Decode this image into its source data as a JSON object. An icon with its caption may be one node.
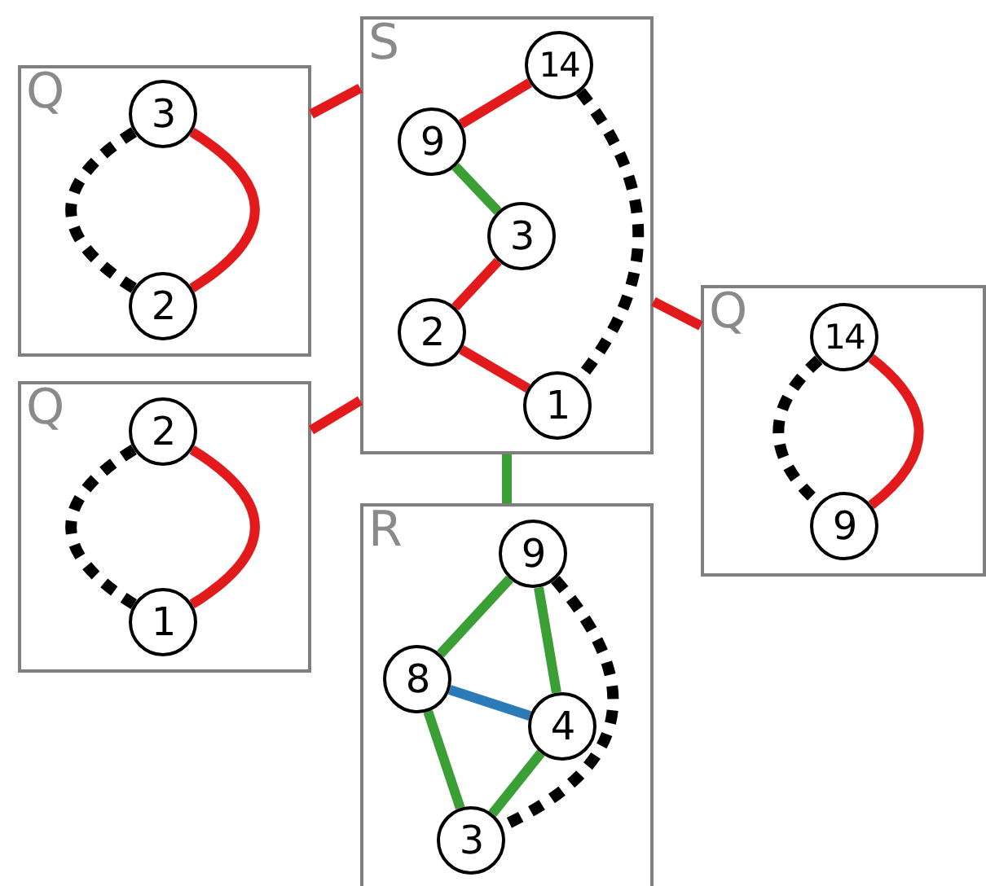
{
  "diagram": {
    "nodes": [
      {
        "text": [
          "Q"
        ]
      },
      {
        "text": [
          "3"
        ],
        "in": 0
      },
      {
        "text": [
          "2"
        ],
        "in": 0
      },
      {
        "text": [
          "Q"
        ]
      },
      {
        "text": [
          "2"
        ],
        "in": 3
      },
      {
        "text": [
          "1"
        ],
        "in": 3
      },
      {
        "text": [
          "S"
        ]
      },
      {
        "text": [
          "14"
        ],
        "in": 6
      },
      {
        "text": [
          "9"
        ],
        "in": 6
      },
      {
        "text": [
          "3"
        ],
        "in": 6
      },
      {
        "text": [
          "2"
        ],
        "in": 6
      },
      {
        "text": [
          "1"
        ],
        "in": 6
      },
      {
        "text": [
          "Q"
        ]
      },
      {
        "text": [
          "14"
        ],
        "in": 12
      },
      {
        "text": [
          "9"
        ],
        "in": 12
      },
      {
        "text": [
          "R"
        ]
      },
      {
        "text": [
          "9"
        ],
        "in": 15
      },
      {
        "text": [
          "8"
        ],
        "in": 15
      },
      {
        "text": [
          "4"
        ],
        "in": 15
      },
      {
        "text": [
          "3"
        ],
        "in": 15
      }
    ],
    "edges": [
      {
        "from": 0,
        "to": 6,
        "arrow": "none"
      },
      {
        "from": 3,
        "to": 6,
        "arrow": "none"
      },
      {
        "from": 6,
        "to": 12,
        "arrow": "none"
      },
      {
        "from": 6,
        "to": 15,
        "arrow": "none",
        "color": "#3a9f35"
      },
      {
        "from": 1,
        "to": 2,
        "arrow": "none"
      },
      {
        "from": 1,
        "to": 2,
        "arrow": "none",
        "style": "dashed",
        "color": "#000000"
      },
      {
        "from": 4,
        "to": 5,
        "arrow": "none"
      },
      {
        "from": 4,
        "to": 5,
        "arrow": "none",
        "style": "dashed",
        "color": "#000000"
      },
      {
        "from": 8,
        "to": 7,
        "arrow": "none"
      },
      {
        "from": 8,
        "to": 9,
        "arrow": "none",
        "color": "#3a9f35"
      },
      {
        "from": 9,
        "to": 10,
        "arrow": "none"
      },
      {
        "from": 10,
        "to": 11,
        "arrow": "none"
      },
      {
        "from": 7,
        "to": 11,
        "arrow": "none",
        "style": "dashed",
        "color": "#000000"
      },
      {
        "from": 13,
        "to": 14,
        "arrow": "none"
      },
      {
        "from": 13,
        "to": 14,
        "arrow": "none",
        "style": "dashed",
        "color": "#000000"
      },
      {
        "from": 16,
        "to": 17,
        "arrow": "none",
        "color": "#3a9f35"
      },
      {
        "from": 16,
        "to": 18,
        "arrow": "none",
        "color": "#3a9f35"
      },
      {
        "from": 17,
        "to": 18,
        "arrow": "none",
        "color": "#2b7bb9"
      },
      {
        "from": 17,
        "to": 19,
        "arrow": "none",
        "color": "#3a9f35"
      },
      {
        "from": 18,
        "to": 19,
        "arrow": "none",
        "color": "#3a9f35"
      },
      {
        "from": 16,
        "to": 19,
        "arrow": "none",
        "style": "dashed",
        "color": "#000000"
      }
    ]
  }
}
